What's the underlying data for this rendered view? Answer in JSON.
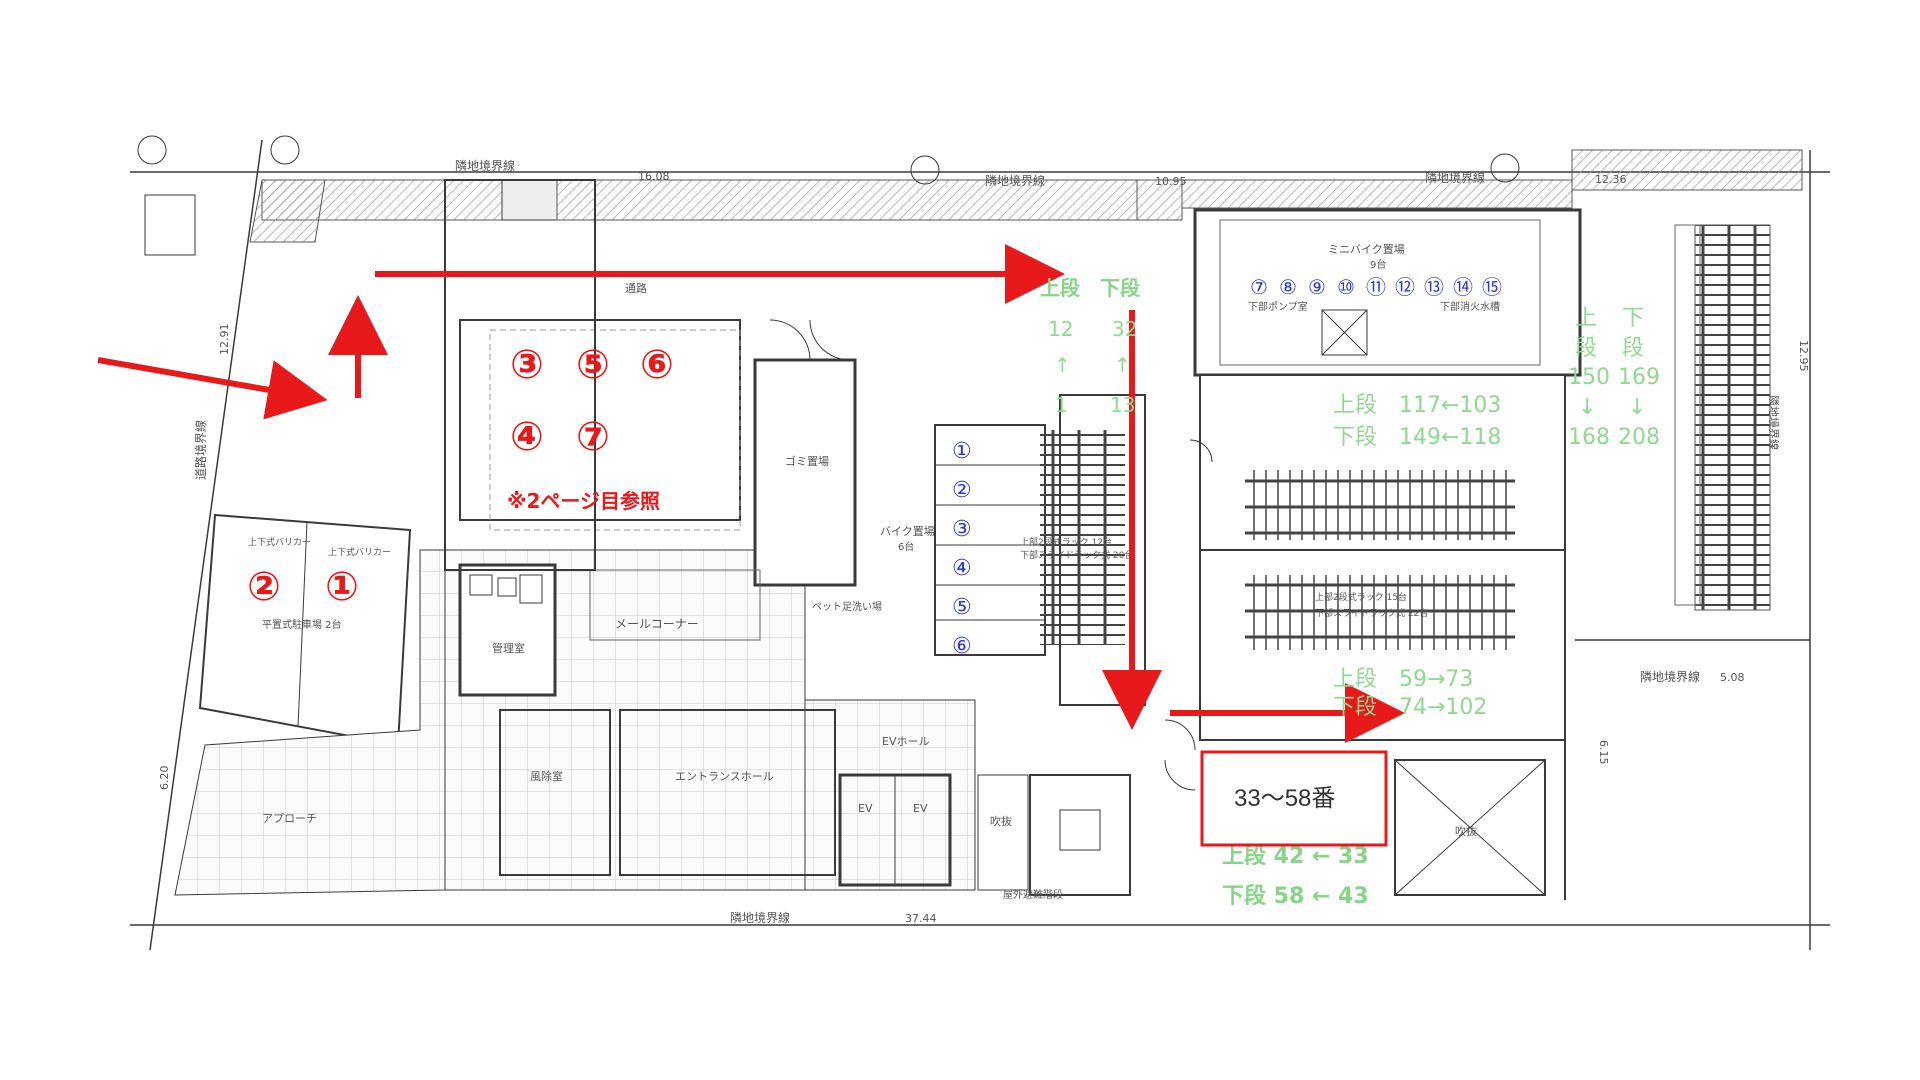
{
  "plan": {
    "boundary_top": "隣地境界線",
    "boundary_left": "道路境界線",
    "boundary_right": "隣地境界線",
    "boundary_bottom": "隣地境界線",
    "dim_top_1": "16.08",
    "dim_top_2": "10.95",
    "dim_top_3": "12.36",
    "dim_bottom": "37.44",
    "dim_left": "12.91",
    "dim_left_2": "6.20",
    "dim_right_1": "5.08",
    "dim_right_2": "12.95",
    "dim_right_3": "6.15",
    "passage": "通路",
    "garbage": "ゴミ置場",
    "bike_parking": "バイク置場",
    "bike_count": "6台",
    "mail_corner": "メールコーナー",
    "management": "管理室",
    "entrance_hall": "エントランスホール",
    "windbreak": "風除室",
    "ev_hall": "EVホール",
    "ev_label": "EV",
    "approach": "アプローチ",
    "pet_wash": "ペット足洗い場",
    "flat_parking": "平置式駐車場 2台",
    "barrier_free_1": "上下式バリカー",
    "barrier_free_2": "上下式バリカー",
    "minibike": "ミニバイク置場",
    "minibike_count": "9台",
    "pump_room": "下部ポンプ室",
    "fire_tank": "下部消火水槽",
    "atrium": "吹抜",
    "outer_stairs": "屋外避難階段",
    "rack_a": "上部2段式ラック 12台",
    "rack_b": "下部スライドラック式 20台",
    "rack_c": "上部2段式ラック 15台",
    "rack_d": "下部スライドラック式 22台"
  },
  "parking": {
    "car_1": "①",
    "car_2": "②",
    "car_3": "③",
    "car_4": "④",
    "car_5": "⑤",
    "car_6": "⑥",
    "car_7": "⑦",
    "note": "※2ページ目参照"
  },
  "bikes": {
    "b1": "①",
    "b2": "②",
    "b3": "③",
    "b4": "④",
    "b5": "⑤",
    "b6": "⑥",
    "m7": "⑦",
    "m8": "⑧",
    "m9": "⑨",
    "m10": "⑩",
    "m11": "⑪",
    "m12": "⑫",
    "m13": "⑬",
    "m14": "⑭",
    "m15": "⑮"
  },
  "ranges": {
    "upper": "上段",
    "lower": "下段",
    "col1_top": "12",
    "col1_bot": "1",
    "col2_top": "32",
    "col2_bot": "13",
    "up_arrow": "↑",
    "down_arrow": "↓",
    "right_up": "上",
    "right_lower": "下",
    "right_dan": "段",
    "right_c1_top": "150",
    "right_c1_bot": "168",
    "right_c2_top": "169",
    "right_c2_bot": "208",
    "mid_upper": "上段　117←103",
    "mid_lower": "下段　149←118",
    "low_upper": "上段　59→73",
    "low_lower": "下段　74→102",
    "box_label": "33～58番",
    "bot_upper": "上段 42 ← 33",
    "bot_lower": "下段 58 ← 43"
  },
  "colors": {
    "arrow": "#e8191b",
    "green_text": "#8fd88f",
    "blue_text": "#2f39d8",
    "line": "#3a3a3a"
  }
}
